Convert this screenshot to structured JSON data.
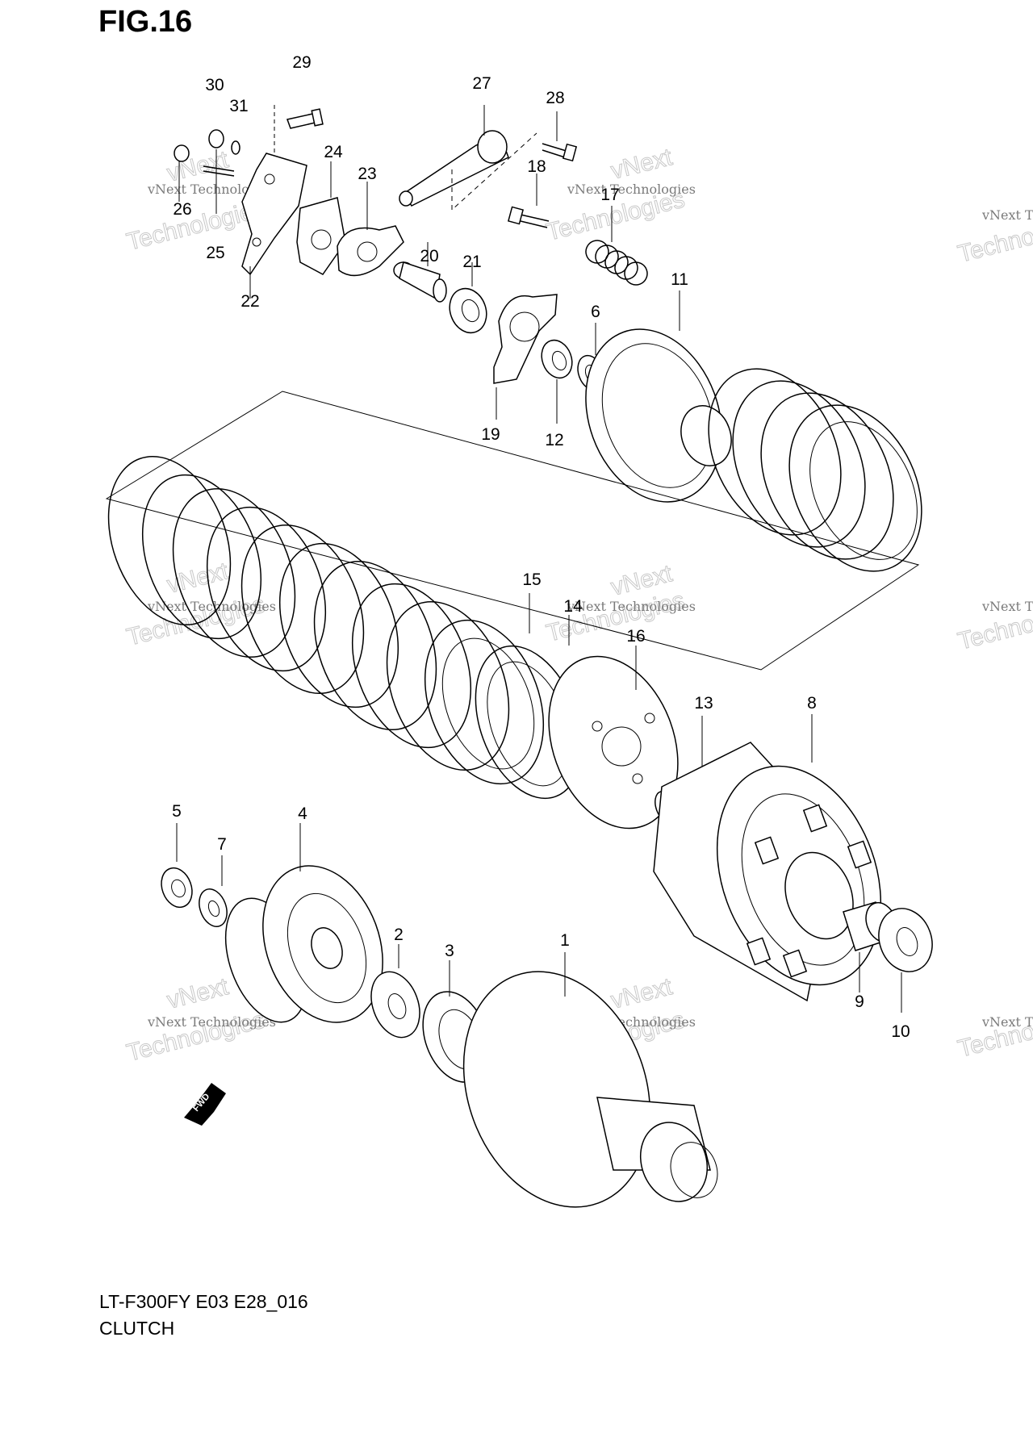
{
  "figure": {
    "title": "FIG.16",
    "model_code": "LT-F300FY E03 E28_016",
    "section_name": "CLUTCH"
  },
  "part_callouts": [
    {
      "number": "1"
    },
    {
      "number": "2"
    },
    {
      "number": "3"
    },
    {
      "number": "4"
    },
    {
      "number": "5"
    },
    {
      "number": "6"
    },
    {
      "number": "7"
    },
    {
      "number": "8"
    },
    {
      "number": "9"
    },
    {
      "number": "10"
    },
    {
      "number": "11"
    },
    {
      "number": "12"
    },
    {
      "number": "13"
    },
    {
      "number": "14"
    },
    {
      "number": "15"
    },
    {
      "number": "16"
    },
    {
      "number": "17"
    },
    {
      "number": "18"
    },
    {
      "number": "19"
    },
    {
      "number": "20"
    },
    {
      "number": "21"
    },
    {
      "number": "22"
    },
    {
      "number": "23"
    },
    {
      "number": "24"
    },
    {
      "number": "25"
    },
    {
      "number": "26"
    },
    {
      "number": "27"
    },
    {
      "number": "28"
    },
    {
      "number": "29"
    },
    {
      "number": "30"
    },
    {
      "number": "31"
    }
  ],
  "direction_marker": {
    "label": "FWD"
  },
  "watermark": {
    "line1": "vNext Technologies",
    "line2": "vNext",
    "line3": "Technologies"
  }
}
